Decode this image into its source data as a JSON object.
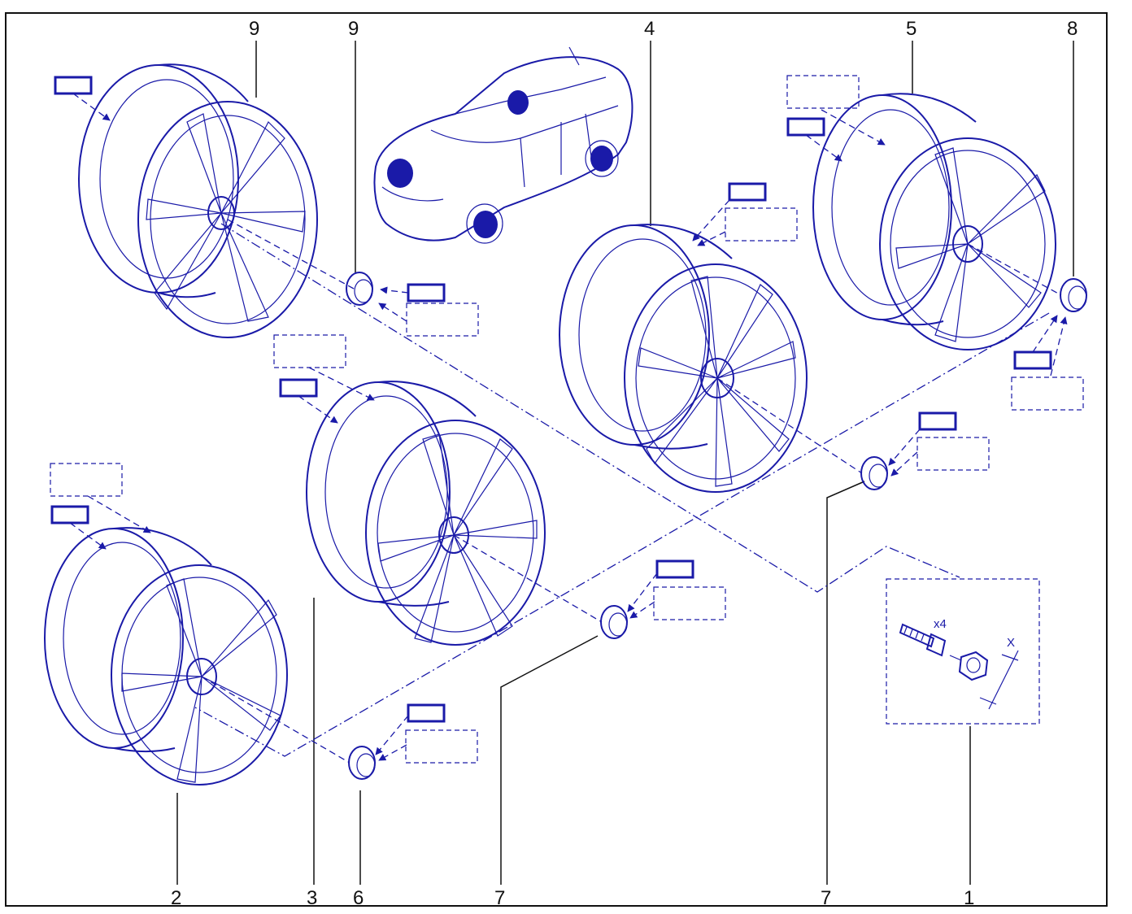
{
  "colors": {
    "ink": "#1a1aa8",
    "frame": "#111111"
  },
  "callouts": {
    "c9a": "9",
    "c9b": "9",
    "c4": "4",
    "c5": "5",
    "c8": "8",
    "c2": "2",
    "c3": "3",
    "c6": "6",
    "c7a": "7",
    "c7b": "7",
    "c1": "1"
  },
  "detail": {
    "qty": "x4",
    "dim": "X"
  }
}
